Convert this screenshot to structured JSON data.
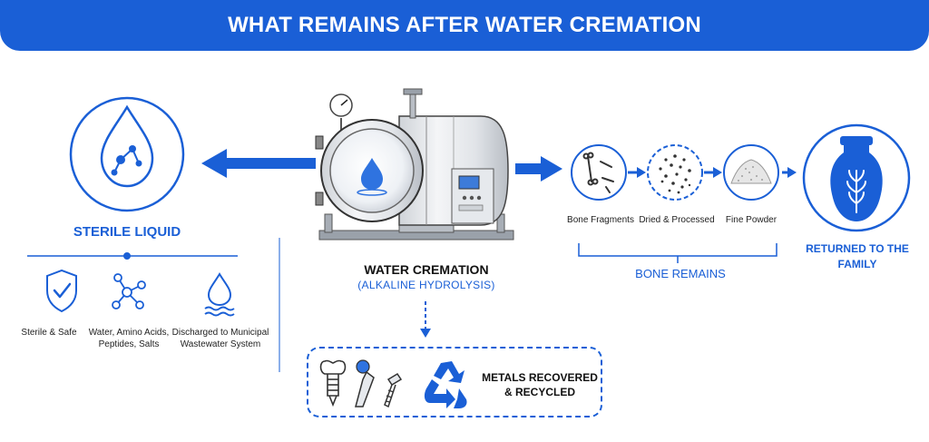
{
  "title": "WHAT REMAINS AFTER WATER CREMATION",
  "colors": {
    "accent": "#1a5fd6",
    "banner": "#1a5fd6",
    "text": "#1a1a1a"
  },
  "sterile": {
    "title": "STERILE LIQUID",
    "items": [
      {
        "icon": "shield-check-icon",
        "label": "Sterile & Safe"
      },
      {
        "icon": "molecule-icon",
        "label": "Water, Amino Acids, Peptides, Salts"
      },
      {
        "icon": "water-drop-waves-icon",
        "label": "Discharged to Municipal Wastewater System"
      }
    ]
  },
  "machine": {
    "title": "WATER CREMATION",
    "subtitle": "(ALKALINE HYDROLYSIS)"
  },
  "bone": {
    "title": "BONE REMAINS",
    "steps": [
      {
        "icon": "bone-fragments-icon",
        "label": "Bone Fragments"
      },
      {
        "icon": "dried-particles-icon",
        "label": "Dried & Processed"
      },
      {
        "icon": "powder-pile-icon",
        "label": "Fine Powder"
      }
    ]
  },
  "urn": {
    "icon": "urn-icon",
    "label": "RETURNED TO THE FAMILY"
  },
  "metals": {
    "title": "METALS RECOVERED & RECYCLED",
    "icons": [
      "dental-implant-icon",
      "hip-implant-icon",
      "bone-screw-icon",
      "recycle-icon"
    ]
  }
}
